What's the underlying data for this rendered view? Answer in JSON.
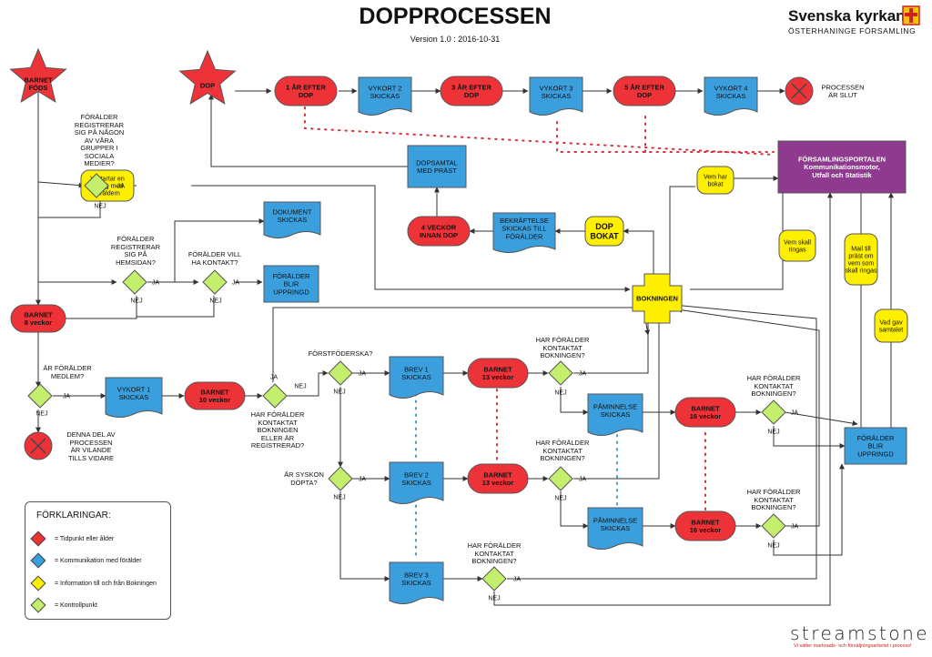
{
  "header": {
    "title": "DOPPROCESSEN",
    "version": "Version 1.0 : 2016-10-31"
  },
  "logo": {
    "name": "Svenska kyrkan",
    "subtitle": "ÖSTERHANINGE FÖRSAMLING"
  },
  "footer": {
    "brand": "streamstone",
    "tagline": "Vi sätter marknads- och försäljningsarbetet i process!"
  },
  "colors": {
    "red": "#ee3338",
    "blue": "#3b9edd",
    "yellow": "#ffef00",
    "green": "#c4ef6c",
    "purple": "#8e3a8e",
    "line": "#333333",
    "dotted_red": "#d8323c",
    "dotted_blue": "#3b9edd"
  },
  "nodes": {
    "barnet_fods": "BARNET\nFÖDS",
    "dop": "DOP",
    "ar1": "1 ÅR EFTER\nDOP",
    "vykort2": "VYKORT 2\nSKICKAS",
    "ar3": "3 ÅR EFTER\nDOP",
    "vykort3": "VYKORT 3\nSKICKAS",
    "ar5": "5 ÅR EFTER\nDOP",
    "vykort4": "VYKORT 4\nSKICKAS",
    "processen_slut": "PROCESSEN\nÄR SLUT",
    "fors_portal": "FÖRSAMLINGSPORTALEN\nKommunikationsmotor,\nUtfall och Statistik",
    "dopsamtal": "DOPSAMTAL\nMED PRÄST",
    "veckor4": "4 VECKOR\nINNAN DOP",
    "bekraftelse": "BEKRÄFTELSE\nSKICKAS TILL\nFÖRÄLDER",
    "dop_bokat": "DOP\nBOKAT",
    "dokument": "DOKUMENT\nSKICKAS",
    "forelder_uppringd1": "FÖRÄLDER\nBLIR\nUPPRINGD",
    "forelder_uppringd2": "FÖRÄLDER\nBLIR\nUPPRINGD",
    "bokningen": "BOKNINGEN",
    "barnet8": "BARNET\n8 veckor",
    "vykort1": "VYKORT 1\nSKICKAS",
    "barnet10": "BARNET\n10 veckor",
    "brev1": "BREV 1\nSKICKAS",
    "barnet13a": "BARNET\n13 veckor",
    "brev2": "BREV 2\nSKICKAS",
    "barnet13b": "BARNET\n13 veckor",
    "brev3": "BREV 3\nSKICKAS",
    "paminnelse1": "PÅMINNELSE\nSKICKAS",
    "paminnelse2": "PÅMINNELSE\nSKICKAS",
    "barnet16a": "BARNET\n16 veckor",
    "barnet16b": "BARNET\n16 veckor",
    "vi_startar": "Vi startar en\ndialog med\nföräldern",
    "vem_har_bokat": "Vem har\nbokat",
    "vem_skall_ringas": "Vem skall\nringas",
    "mail_till_prast": "Mail till\npräst om\nvem som\nskall ringas",
    "vad_gav_samtalet": "Vad gav\nsamtalet",
    "avslutad": "DENNA DEL AV\nPROCESSEN\nÄR VILANDE\nTILLS VIDARE"
  },
  "questions": {
    "q_sociala": "FÖRÄLDER\nREGISTRERAR\nSIG PÅ NÅGON\nAV VÅRA\nGRUPPER I\nSOCIALA\nMEDIER?",
    "q_hemsidan": "FÖRÄLDER\nREGISTRERAR\nSIG PÅ\nHEMSIDAN?",
    "q_kontakt": "FÖRÄLDER VILL\nHA KONTAKT?",
    "q_medlem": "ÄR FÖRÄLDER\nMEDLEM?",
    "q_kontaktat10": "HAR FÖRÄLDER\nKONTAKTAT\nBOKNINGEN\nELLER ÄR\nREGISTRERAD?",
    "q_forstfoderska": "FÖRSTFÖDERSKA?",
    "q_syskon": "ÄR SYSKON\nDÖPTA?",
    "q_k13a": "HAR FÖRÄLDER\nKONTAKTAT\nBOKNINGEN?",
    "q_k13b": "HAR FÖRÄLDER\nKONTAKTAT\nBOKNINGEN?",
    "q_k16a": "HAR FÖRÄLDER\nKONTAKTAT\nBOKNINGEN?",
    "q_k16b": "HAR FÖRÄLDER\nKONTAKTAT\nBOKNINGEN?",
    "q_brev3": "HAR FÖRÄLDER\nKONTAKTAT\nBOKNINGEN?"
  },
  "yes_label": "JA",
  "no_label": "NEJ",
  "legend": {
    "title": "FÖRKLARINGAR:",
    "items": [
      {
        "label": "= Tidpunkt eller ålder",
        "color": "#ee3338"
      },
      {
        "label": "= Kommunikation med förälder",
        "color": "#3b9edd"
      },
      {
        "label": "= Information till och från Bokningen",
        "color": "#ffef00"
      },
      {
        "label": "= Kontrollpunkt",
        "color": "#c4ef6c"
      }
    ]
  }
}
